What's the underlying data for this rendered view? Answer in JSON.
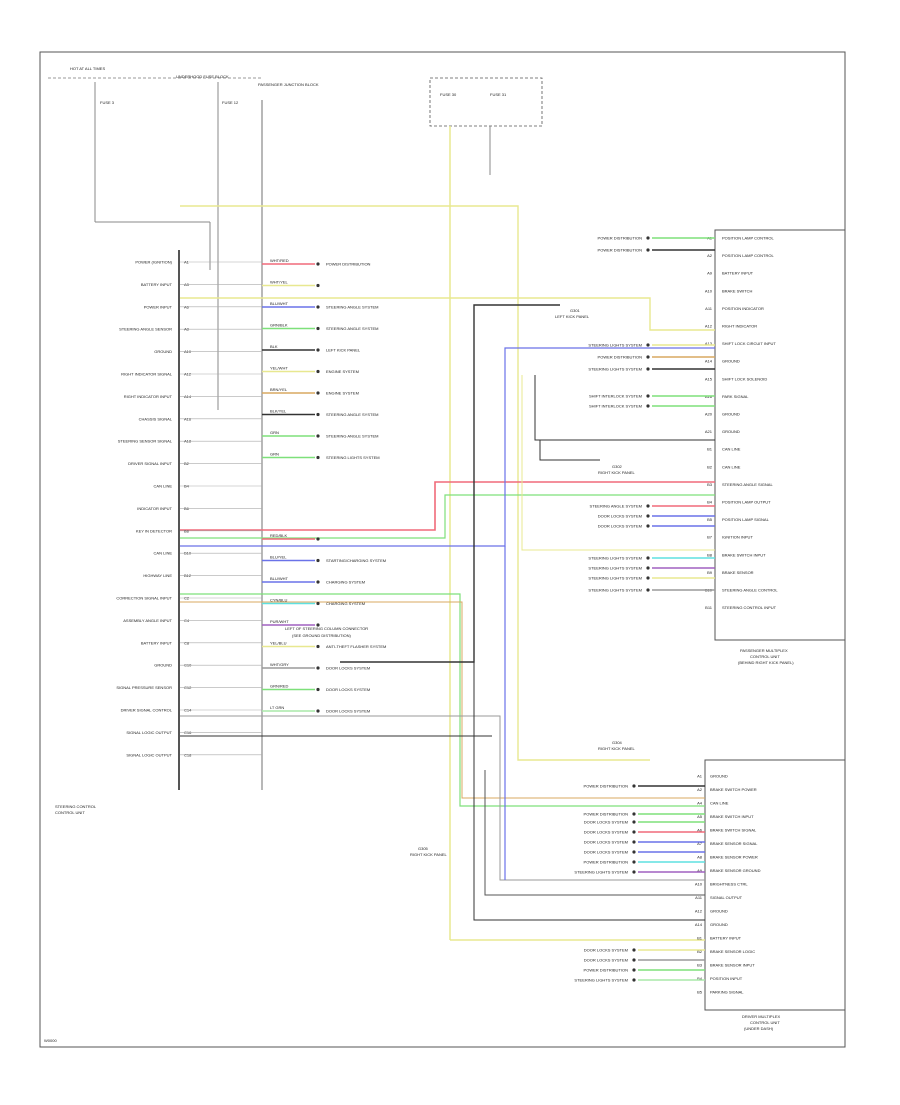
{
  "footer": {
    "code": "W0000"
  },
  "colors": {
    "frame": "#555555",
    "wire_default": "#666666",
    "wire_yellow": "#e8e890",
    "wire_red": "#f06a7a",
    "wire_blue": "#6a72e8",
    "wire_green": "#7ee07a",
    "wire_cyan": "#5fe0e0",
    "wire_purple": "#a060c0",
    "wire_gray": "#9a9a9a",
    "wire_black": "#333333",
    "wire_lightgreen": "#a8e8a8",
    "wire_orange": "#d8a860"
  },
  "blocks": {
    "hot_switch_caption": "HOT AT ALL TIMES",
    "fuse_block_label": "UNDERHOOD FUSE BLOCK",
    "junction_label": "PASSENGER JUNCTION BLOCK",
    "fuse_left_1": "FUSE 3",
    "fuse_left_2": "FUSE 12",
    "fuse_right_1": "FUSE 30",
    "fuse_right_2": "FUSE 31",
    "center_note": "LEFT OF STEERING COLUMN CONNECTOR",
    "center_note_2": "(SEE GROUND DISTRIBUTION)",
    "ground_left_1": "G301",
    "ground_left_2": "LEFT KICK PANEL",
    "ground_right_1": "G302",
    "ground_right_2": "RIGHT KICK PANEL",
    "ground_mid_1": "G304",
    "ground_mid_2": "RIGHT KICK PANEL",
    "ground_bottom_1": "G305",
    "ground_bottom_2": "RIGHT KICK PANEL",
    "left_module_title": "STEERING CONTROL",
    "left_module_sub": "CONTROL UNIT",
    "right_module_title": "PASSENGER MULTIPLEX",
    "right_module_sub": "CONTROL UNIT",
    "right_module_sub2": "(BEHIND RIGHT KICK PANEL)",
    "bottom_module_title": "DRIVER MULTIPLEX",
    "bottom_module_sub": "CONTROL UNIT",
    "bottom_module_sub2": "(UNDER DASH)"
  },
  "left_pins": [
    {
      "label": "POWER (IGNITION)",
      "pin": "A1"
    },
    {
      "label": "BATTERY INPUT",
      "pin": "A3"
    },
    {
      "label": "POWER INPUT",
      "pin": "A6"
    },
    {
      "label": "STEERING ANGLE SENSOR",
      "pin": "A8"
    },
    {
      "label": "GROUND",
      "pin": "A10"
    },
    {
      "label": "RIGHT INDICATOR SIGNAL",
      "pin": "A12"
    },
    {
      "label": "RIGHT INDICATOR INPUT",
      "pin": "A14"
    },
    {
      "label": "CHASSIS SIGNAL",
      "pin": "A16"
    },
    {
      "label": "STEERING SENSOR SIGNAL",
      "pin": "A18"
    },
    {
      "label": "DRIVER SIGNAL INPUT",
      "pin": "B2"
    },
    {
      "label": "CAN LINE",
      "pin": "B4"
    },
    {
      "label": "INDICATOR INPUT",
      "pin": "B6"
    },
    {
      "label": "KEY IN DETECTOR",
      "pin": "B8"
    },
    {
      "label": "CAN LINE",
      "pin": "B10"
    },
    {
      "label": "HIGHWAY LINE",
      "pin": "B12"
    },
    {
      "label": "CORRECTION SIGNAL INPUT",
      "pin": "C2"
    },
    {
      "label": "ASSEMBLY ANGLE INPUT",
      "pin": "C4"
    },
    {
      "label": "BATTERY INPUT",
      "pin": "C8"
    },
    {
      "label": "GROUND",
      "pin": "C10"
    },
    {
      "label": "SIGNAL PRESSURE SENSOR",
      "pin": "C12"
    },
    {
      "label": "DRIVER SIGNAL CONTROL",
      "pin": "C14"
    },
    {
      "label": "SIGNAL LOGIC OUTPUT",
      "pin": "C16"
    },
    {
      "label": "SIGNAL LOGIC OUTPUT",
      "pin": "C18"
    }
  ],
  "mid_wires": [
    {
      "color_name": "WHT/RED",
      "dest": "POWER DISTRIBUTION"
    },
    {
      "color_name": "WHT/YEL",
      "dest": ""
    },
    {
      "color_name": "BLU/WHT",
      "dest": "STEERING ANGLE SYSTEM"
    },
    {
      "color_name": "GRN/BLK",
      "dest": "STEERING ANGLE SYSTEM"
    },
    {
      "color_name": "BLK",
      "dest": "LEFT KICK PANEL"
    },
    {
      "color_name": "YEL/WHT",
      "dest": "ENGINE SYSTEM"
    },
    {
      "color_name": "BRN/YEL",
      "dest": "ENGINE SYSTEM"
    },
    {
      "color_name": "BLK/YEL",
      "dest": "STEERING ANGLE SYSTEM"
    },
    {
      "color_name": "GRN",
      "dest": "STEERING ANGLE SYSTEM"
    },
    {
      "color_name": "GRN",
      "dest": "STEERING LIGHTS SYSTEM"
    },
    {
      "color_name": "RED/BLK",
      "dest": ""
    },
    {
      "color_name": "BLU/YEL",
      "dest": "STARTING/CHARGING SYSTEM"
    },
    {
      "color_name": "BLU/WHT",
      "dest": "CHARGING SYSTEM"
    },
    {
      "color_name": "CYN/BLU",
      "dest": "CHARGING SYSTEM"
    },
    {
      "color_name": "PUR/WHT",
      "dest": ""
    },
    {
      "color_name": "YEL/BLU",
      "dest": "ANTI-THEFT FLASHER SYSTEM"
    },
    {
      "color_name": "WHT/GRY",
      "dest": "DOOR LOCKS SYSTEM"
    },
    {
      "color_name": "GRN/RED",
      "dest": "DOOR LOCKS SYSTEM"
    },
    {
      "color_name": "LT GRN",
      "dest": "DOOR LOCKS SYSTEM"
    }
  ],
  "right_pins": [
    {
      "label": "POSITION LAMP CONTROL",
      "pin": "A1"
    },
    {
      "label": "POSITION LAMP CONTROL",
      "pin": "A2"
    },
    {
      "label": "BATTERY INPUT",
      "pin": "A9"
    },
    {
      "label": "BRAKE SWITCH",
      "pin": "A10"
    },
    {
      "label": "POSITION INDICATOR",
      "pin": "A11"
    },
    {
      "label": "RIGHT INDICATOR",
      "pin": "A12"
    },
    {
      "label": "SHIFT LOCK CIRCUIT INPUT",
      "pin": "A13"
    },
    {
      "label": "GROUND",
      "pin": "A14"
    },
    {
      "label": "SHIFT LOCK SOLENOID",
      "pin": "A15"
    },
    {
      "label": "PARK SIGNAL",
      "pin": "A16"
    },
    {
      "label": "GROUND",
      "pin": "A20"
    },
    {
      "label": "GROUND",
      "pin": "A21"
    },
    {
      "label": "CAN LINE",
      "pin": "B1"
    },
    {
      "label": "CAN LINE",
      "pin": "B2"
    },
    {
      "label": "STEERING ANGLE SIGNAL",
      "pin": "B3"
    },
    {
      "label": "POSITION LAMP OUTPUT",
      "pin": "B4"
    },
    {
      "label": "POSITION LAMP SIGNAL",
      "pin": "B5"
    },
    {
      "label": "IGNITION INPUT",
      "pin": "B7"
    },
    {
      "label": "BRAKE SWITCH INPUT",
      "pin": "B8"
    },
    {
      "label": "BRAKE SENSOR",
      "pin": "B9"
    },
    {
      "label": "STEERING ANGLE CONTROL",
      "pin": "B10"
    },
    {
      "label": "STEERING CONTROL INPUT",
      "pin": "B11"
    }
  ],
  "right_sources": [
    "POWER DISTRIBUTION",
    "POWER DISTRIBUTION",
    "STEERING LIGHTS SYSTEM",
    "POWER DISTRIBUTION",
    "STEERING LIGHTS SYSTEM",
    "SHIFT INTERLOCK SYSTEM",
    "SHIFT INTERLOCK SYSTEM",
    "STEERING ANGLE SYSTEM",
    "DOOR LOCKS SYSTEM",
    "DOOR LOCKS SYSTEM",
    "STEERING LIGHTS SYSTEM",
    "STEERING LIGHTS SYSTEM",
    "STEERING LIGHTS SYSTEM",
    "STEERING LIGHTS SYSTEM"
  ],
  "bottom_pins": [
    {
      "label": "GROUND",
      "pin": "A1"
    },
    {
      "label": "BRAKE SWITCH POWER",
      "pin": "A2"
    },
    {
      "label": "CAN LINE",
      "pin": "A4"
    },
    {
      "label": "BRAKE SWITCH INPUT",
      "pin": "A5"
    },
    {
      "label": "BRAKE SWITCH SIGNAL",
      "pin": "A6"
    },
    {
      "label": "BRAKE SENSOR SIGNAL",
      "pin": "A7"
    },
    {
      "label": "BRAKE SENSOR POWER",
      "pin": "A8"
    },
    {
      "label": "BRAKE SENSOR GROUND",
      "pin": "A9"
    },
    {
      "label": "BRIGHTNESS CTRL",
      "pin": "A10"
    },
    {
      "label": "SIGNAL OUTPUT",
      "pin": "A11"
    },
    {
      "label": "GROUND",
      "pin": "A12"
    },
    {
      "label": "GROUND",
      "pin": "A14"
    },
    {
      "label": "BATTERY INPUT",
      "pin": "B1"
    },
    {
      "label": "BRAKE SENSOR LOGIC",
      "pin": "B2"
    },
    {
      "label": "BRAKE SENSOR INPUT",
      "pin": "B3"
    },
    {
      "label": "POSITION INPUT",
      "pin": "B4"
    },
    {
      "label": "PARKING SIGNAL",
      "pin": "B5"
    }
  ],
  "bottom_sources": [
    "POWER DISTRIBUTION",
    "POWER DISTRIBUTION",
    "DOOR LOCKS SYSTEM",
    "DOOR LOCKS SYSTEM",
    "DOOR LOCKS SYSTEM",
    "DOOR LOCKS SYSTEM",
    "POWER DISTRIBUTION",
    "STEERING LIGHTS SYSTEM",
    "DOOR LOCKS SYSTEM",
    "DOOR LOCKS SYSTEM",
    "POWER DISTRIBUTION",
    "STEERING LIGHTS SYSTEM"
  ]
}
